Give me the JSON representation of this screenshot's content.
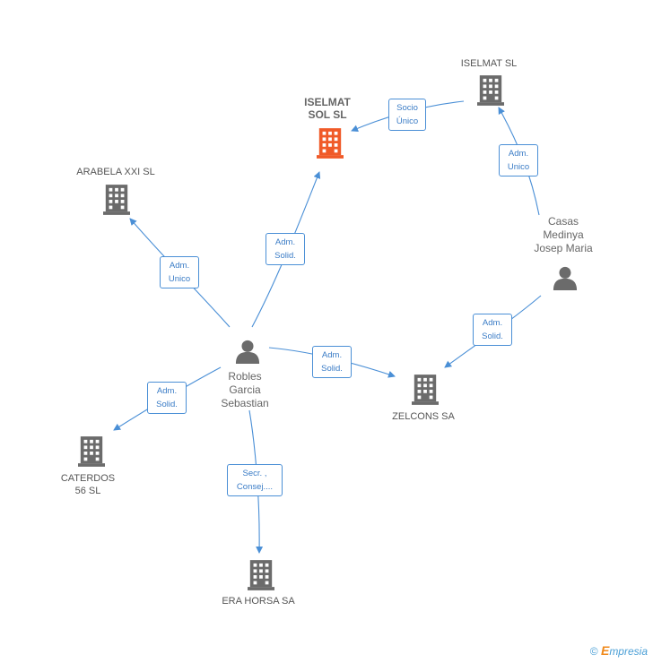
{
  "nodes": {
    "iselmat_sol": {
      "label": "ISELMAT\nSOL SL",
      "type": "company",
      "color": "#f05a28"
    },
    "iselmat": {
      "label": "ISELMAT SL",
      "type": "company",
      "color": "#6b6b6b"
    },
    "arabela": {
      "label": "ARABELA XXI SL",
      "type": "company",
      "color": "#6b6b6b"
    },
    "casas": {
      "label": "Casas\nMedinya\nJosep Maria",
      "type": "person",
      "color": "#6b6b6b"
    },
    "robles": {
      "label": "Robles\nGarcia\nSebastian",
      "type": "person",
      "color": "#6b6b6b"
    },
    "zelcons": {
      "label": "ZELCONS SA",
      "type": "company",
      "color": "#6b6b6b"
    },
    "caterdos": {
      "label": "CATERDOS\n56 SL",
      "type": "company",
      "color": "#6b6b6b"
    },
    "era_horsa": {
      "label": "ERA HORSA SA",
      "type": "company",
      "color": "#6b6b6b"
    }
  },
  "edges": {
    "socio_unico": {
      "label": "Socio\nÚnico"
    },
    "adm_unico_iselmat": {
      "label": "Adm.\nUnico"
    },
    "adm_unico_arabela": {
      "label": "Adm.\nUnico"
    },
    "adm_solid_iselmat_sol": {
      "label": "Adm.\nSolid."
    },
    "adm_solid_casas_zelcons": {
      "label": "Adm.\nSolid."
    },
    "adm_solid_robles_zelcons": {
      "label": "Adm.\nSolid."
    },
    "adm_solid_caterdos": {
      "label": "Adm.\nSolid."
    },
    "secr_consej": {
      "label": "Secr. ,\nConsej...."
    }
  },
  "edge_color": "#4a8fd6",
  "watermark": {
    "copyright": "©",
    "brand_initial": "E",
    "brand_rest": "mpresia"
  }
}
